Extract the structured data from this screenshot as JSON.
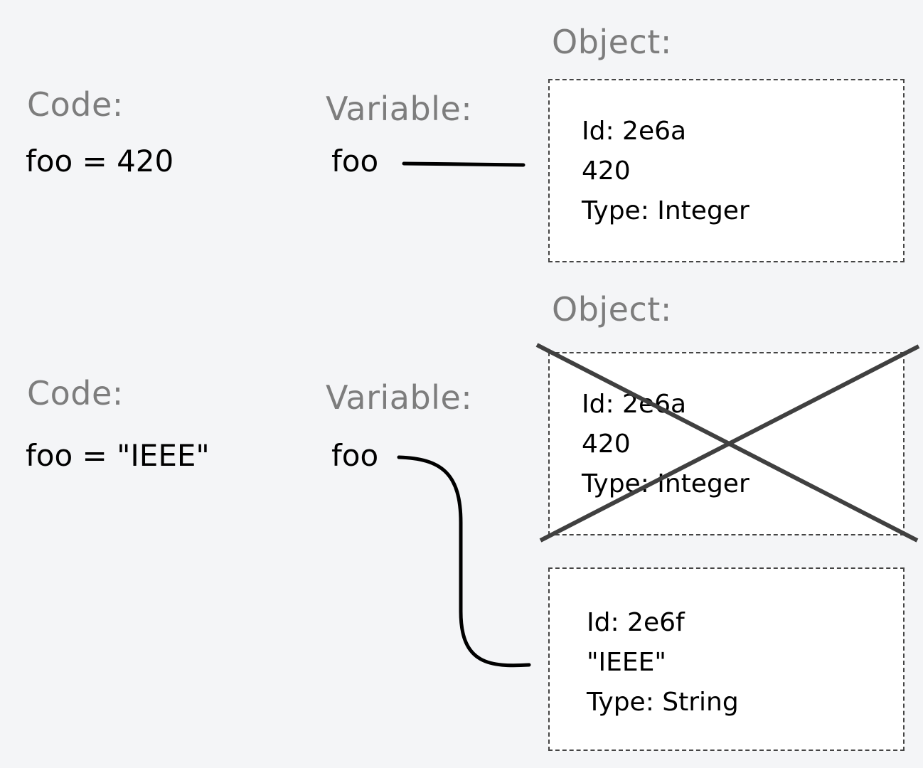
{
  "scenario_1": {
    "code_heading": "Code:",
    "code": "foo = 420",
    "variable_heading": "Variable:",
    "variable": "foo",
    "object_heading": "Object:",
    "object": {
      "id": "Id: 2e6a",
      "value": "420",
      "type": "Type: Integer"
    }
  },
  "scenario_2": {
    "code_heading": "Code:",
    "code": "foo = \"IEEE\"",
    "variable_heading": "Variable:",
    "variable": "foo",
    "object_heading": "Object:",
    "old_object": {
      "id": "Id: 2e6a",
      "value": "420",
      "type": "Type: Integer",
      "crossed_out": true
    },
    "new_object": {
      "id": "Id: 2e6f",
      "value": "\"IEEE\"",
      "type": "Type: String"
    }
  },
  "colors": {
    "background": "#f4f5f7",
    "heading": "#7d7d7d",
    "cross": "#404040"
  }
}
